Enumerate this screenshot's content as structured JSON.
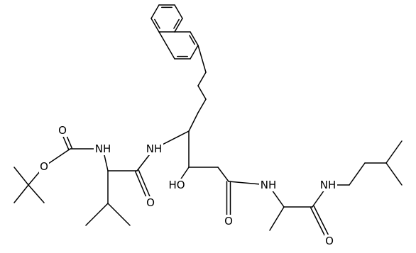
{
  "colors": {
    "background": "#ffffff",
    "bond": "#000000",
    "label": "#000000"
  },
  "atoms": {
    "O_carbonyl_boc": "O",
    "O_ether_boc": "O",
    "NH_boc": "NH",
    "O_amide_val": "O",
    "NH_val": "NH",
    "HO": "HO",
    "O_amide_mid": "O",
    "NH_ala": "NH",
    "O_amide_ala": "O",
    "NH_amine": "NH"
  }
}
